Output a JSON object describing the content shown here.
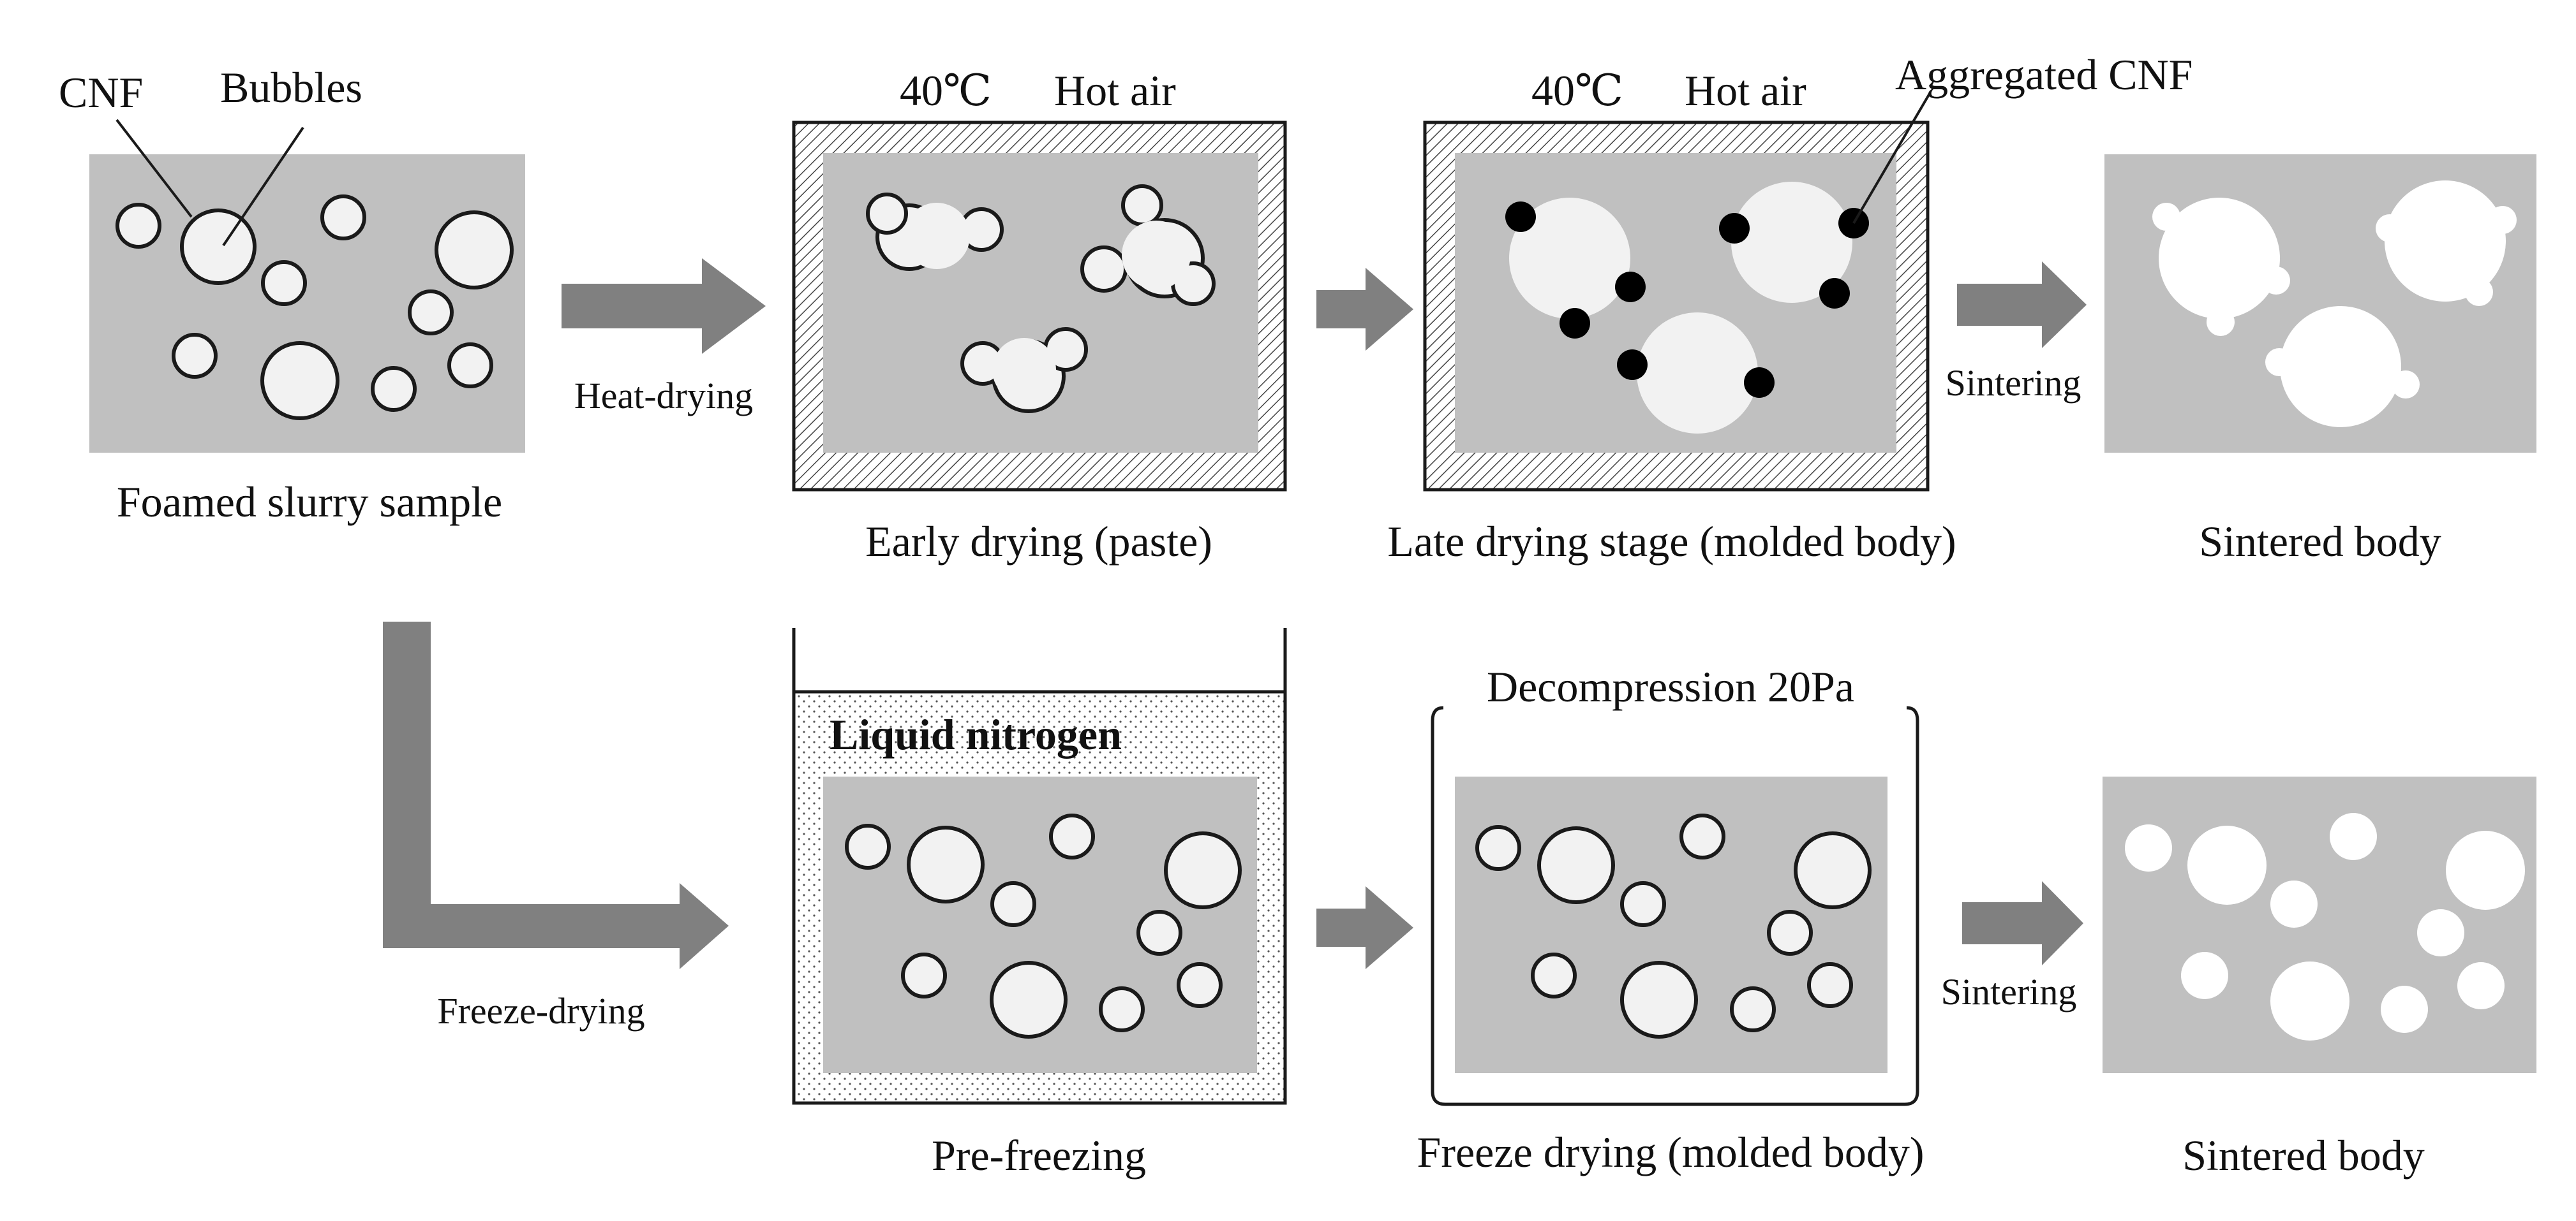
{
  "colors": {
    "panel": "#c0c0c0",
    "bubble": "#f2f2f2",
    "sintered_pore": "#ffffff",
    "arrow": "#808080",
    "aggregated_cnf": "#000000",
    "outline": "#1a1a1a"
  },
  "foamed": {
    "title": "Foamed slurry sample",
    "cnf_label": "CNF",
    "bubbles_label": "Bubbles"
  },
  "heat_route": {
    "label": "Heat-drying",
    "early": {
      "temp": "40℃",
      "air": "Hot air",
      "title": "Early drying (paste)"
    },
    "late": {
      "temp": "40℃",
      "air": "Hot air",
      "callout": "Aggregated CNF",
      "title": "Late drying stage (molded body)"
    },
    "sintering_label": "Sintering",
    "sintered_title": "Sintered body"
  },
  "freeze_route": {
    "label": "Freeze-drying",
    "prefreeze": {
      "liquid": "Liquid nitrogen",
      "title": "Pre-freezing"
    },
    "freeze": {
      "pressure": "Decompression 20Pa",
      "title": "Freeze drying (molded body)"
    },
    "sintering_label": "Sintering",
    "sintered_title": "Sintered body"
  }
}
